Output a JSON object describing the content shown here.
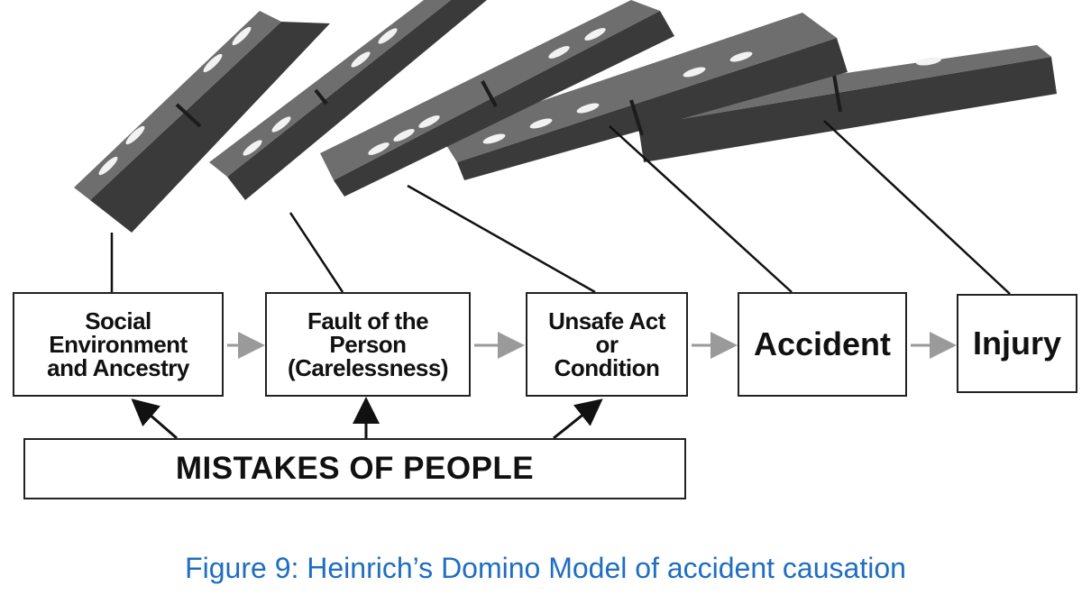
{
  "diagram": {
    "boxes": {
      "social": "Social\nEnvironment\nand Ancestry",
      "fault": "Fault of the\nPerson\n(Carelessness)",
      "unsafe": "Unsafe Act\nor\nCondition",
      "accident": "Accident",
      "injury": "Injury"
    },
    "mistakes": "MISTAKES OF PEOPLE",
    "dominoes": [
      {
        "name": "domino-social",
        "for": "social"
      },
      {
        "name": "domino-fault",
        "for": "fault"
      },
      {
        "name": "domino-unsafe",
        "for": "unsafe"
      },
      {
        "name": "domino-accident",
        "for": "accident"
      },
      {
        "name": "domino-injury",
        "for": "injury"
      }
    ],
    "colors": {
      "domino_top": "#6e6e6e",
      "domino_side": "#3a3a3a",
      "pip": "#f2f2f2",
      "arrow_gray": "#9a9a9a",
      "caption": "#1f6ec0"
    }
  },
  "caption": "Figure 9: Heinrich’s Domino Model of accident causation"
}
